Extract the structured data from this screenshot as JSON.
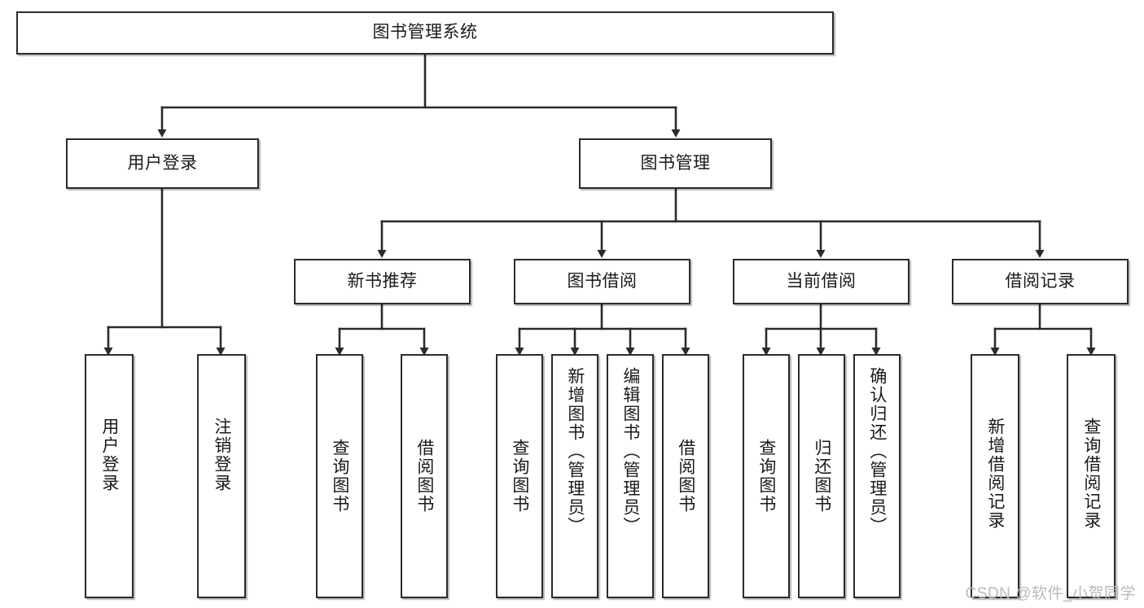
{
  "diagram": {
    "type": "hierarchy-tree",
    "title": "图书管理系统",
    "theme": {
      "background": "#ffffff",
      "node_fill": "#ffffff",
      "node_stroke": "#2b2b2b",
      "text_color": "#1a1a1a",
      "edge_color": "#2b2b2b",
      "watermark_color": "#b9b9b9"
    },
    "levels": {
      "root": [
        "root"
      ],
      "level2": [
        "user-login",
        "book-management"
      ],
      "level3": [
        "new-book-recommend",
        "book-borrow",
        "current-borrow",
        "borrow-record"
      ],
      "leaves": [
        "leaf-user-login",
        "leaf-logout-login",
        "leaf-query-book-1",
        "leaf-borrow-book-1",
        "leaf-query-book-2",
        "leaf-add-book-admin",
        "leaf-edit-book-admin",
        "leaf-borrow-book-2",
        "leaf-query-book-3",
        "leaf-return-book",
        "leaf-confirm-return-admin",
        "leaf-add-borrow-record",
        "leaf-query-borrow-record"
      ]
    },
    "nodes": {
      "root": {
        "label": "图书管理系统"
      },
      "user-login": {
        "label": "用户登录"
      },
      "book-management": {
        "label": "图书管理"
      },
      "new-book-recommend": {
        "label": "新书推荐"
      },
      "book-borrow": {
        "label": "图书借阅"
      },
      "current-borrow": {
        "label": "当前借阅"
      },
      "borrow-record": {
        "label": "借阅记录"
      },
      "leaf-user-login": {
        "label": "用户登录"
      },
      "leaf-logout-login": {
        "label": "注销登录"
      },
      "leaf-query-book-1": {
        "label": "查询图书"
      },
      "leaf-borrow-book-1": {
        "label": "借阅图书"
      },
      "leaf-query-book-2": {
        "label": "查询图书"
      },
      "leaf-add-book-admin": {
        "label": "新增图书（管理员）"
      },
      "leaf-edit-book-admin": {
        "label": "编辑图书（管理员）"
      },
      "leaf-borrow-book-2": {
        "label": "借阅图书"
      },
      "leaf-query-book-3": {
        "label": "查询图书"
      },
      "leaf-return-book": {
        "label": "归还图书"
      },
      "leaf-confirm-return-admin": {
        "label": "确认归还（管理员）"
      },
      "leaf-add-borrow-record": {
        "label": "新增借阅记录"
      },
      "leaf-query-borrow-record": {
        "label": "查询借阅记录"
      }
    },
    "edges": [
      {
        "from": "root",
        "to": "user-login"
      },
      {
        "from": "root",
        "to": "book-management"
      },
      {
        "from": "user-login",
        "to": "leaf-user-login"
      },
      {
        "from": "user-login",
        "to": "leaf-logout-login"
      },
      {
        "from": "book-management",
        "to": "new-book-recommend"
      },
      {
        "from": "book-management",
        "to": "book-borrow"
      },
      {
        "from": "book-management",
        "to": "current-borrow"
      },
      {
        "from": "book-management",
        "to": "borrow-record"
      },
      {
        "from": "new-book-recommend",
        "to": "leaf-query-book-1"
      },
      {
        "from": "new-book-recommend",
        "to": "leaf-borrow-book-1"
      },
      {
        "from": "book-borrow",
        "to": "leaf-query-book-2"
      },
      {
        "from": "book-borrow",
        "to": "leaf-add-book-admin"
      },
      {
        "from": "book-borrow",
        "to": "leaf-edit-book-admin"
      },
      {
        "from": "book-borrow",
        "to": "leaf-borrow-book-2"
      },
      {
        "from": "current-borrow",
        "to": "leaf-query-book-3"
      },
      {
        "from": "current-borrow",
        "to": "leaf-return-book"
      },
      {
        "from": "current-borrow",
        "to": "leaf-confirm-return-admin"
      },
      {
        "from": "borrow-record",
        "to": "leaf-add-borrow-record"
      },
      {
        "from": "borrow-record",
        "to": "leaf-query-borrow-record"
      }
    ]
  },
  "watermark": {
    "text": "CSDN @软件_小贺同学"
  }
}
